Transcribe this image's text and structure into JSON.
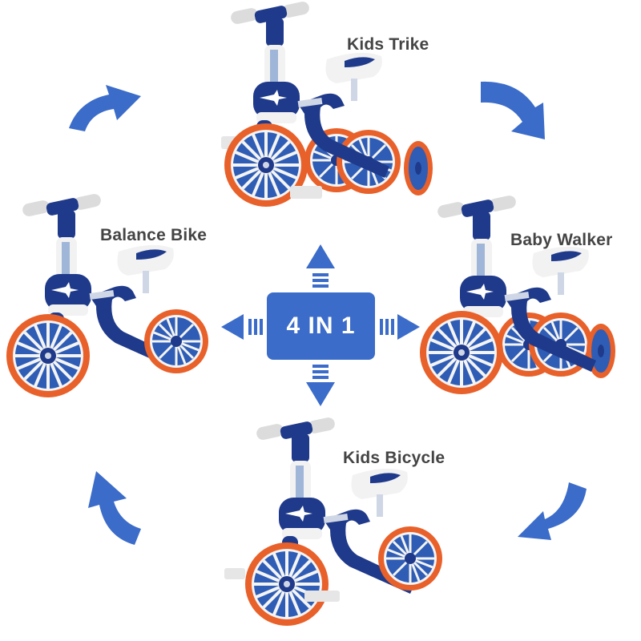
{
  "title": "4 IN 1",
  "modes": [
    {
      "id": "kids-trike",
      "label": "Kids Trike",
      "position": "top"
    },
    {
      "id": "baby-walker",
      "label": "Baby Walker",
      "position": "right"
    },
    {
      "id": "kids-bicycle",
      "label": "Kids Bicycle",
      "position": "bottom"
    },
    {
      "id": "balance-bike",
      "label": "Balance Bike",
      "position": "left"
    }
  ],
  "colors": {
    "accent_blue": "#3b6cc9",
    "frame_navy": "#1f3a8a",
    "wheel_blue": "#2f5db5",
    "tire_orange": "#e8602a",
    "label_gray": "#444444",
    "white_parts": "#f2f2f2"
  },
  "arrows": {
    "center": [
      "up",
      "right",
      "down",
      "left"
    ],
    "cycle": [
      "top-left-curved",
      "top-right-curved",
      "bottom-right-curved",
      "bottom-left-curved"
    ]
  }
}
